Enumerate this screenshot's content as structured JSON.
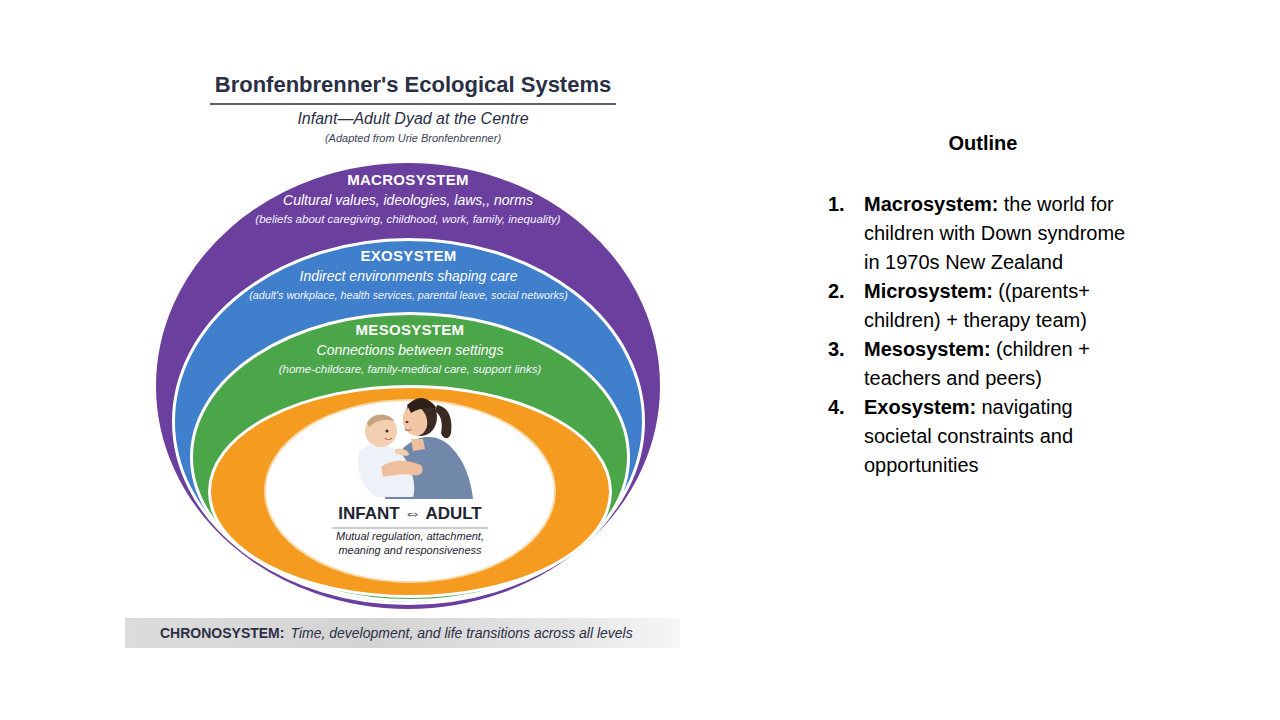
{
  "diagram": {
    "title": "Bronfenbrenner's Ecological Systems",
    "nodes": [
      {
        "text": [
          "MACROSYSTEM",
          "Cultural values, ideologies, laws,, norms",
          "(beliefs about caregiving, childhood, work, family, inequality)"
        ]
      },
      {
        "text": [
          "EXOSYSTEM",
          "Indirect environments shaping care",
          "(adult's workplace, health services, parental leave, social networks)"
        ],
        "in": 0
      },
      {
        "text": [
          "MESOSYSTEM",
          "Connections between settings",
          "(home-childcare, family-medical care, support links)"
        ],
        "in": 1
      },
      {
        "text": [
          "INFANT ⇔ ADULT",
          "Mutual regulation, attachment, meaning and responsiveness"
        ],
        "in": 2
      },
      {
        "text": [
          "CHRONOSYSTEM:",
          "Time, development, and life transitions across all levels"
        ]
      }
    ],
    "labels": [
      "Infant—Adult Dyad at the Centre",
      "(Adapted from Urie Bronfenbrenner)",
      "Outline",
      "1.",
      "Macrosystem:",
      "the world for children with Down syndrome in 1970s New Zealand",
      "2.",
      "Microsystem:",
      "((parents+ children) + therapy team)",
      "3.",
      "Mesosystem:",
      "(children + teachers and peers)",
      "4.",
      "Exosystem:",
      "navigating societal constraints and opportunities"
    ]
  }
}
